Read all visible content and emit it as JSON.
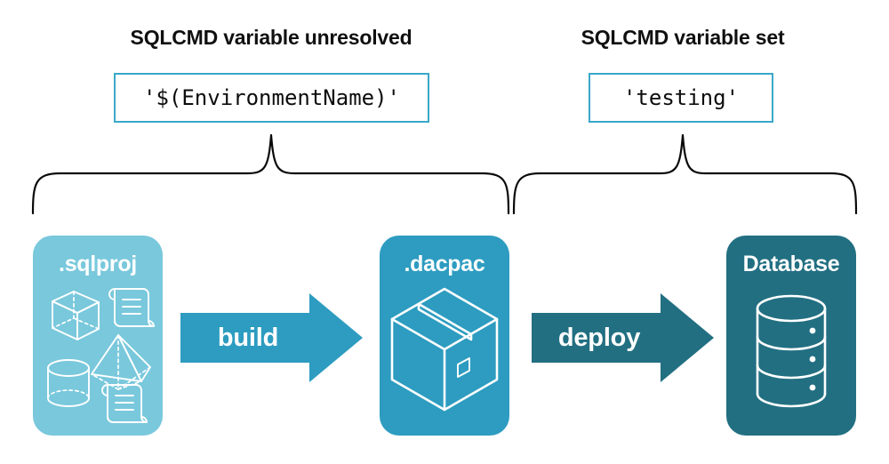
{
  "diagram": {
    "title_left": "SQLCMD variable unresolved",
    "title_right": "SQLCMD variable set",
    "value_left": "'$(EnvironmentName)'",
    "value_right": "'testing'",
    "stages": [
      {
        "label": ".sqlproj",
        "color": "#79C8DC",
        "art": "project-shapes-icon"
      },
      {
        "label": ".dacpac",
        "color": "#2D9CC0",
        "art": "package-box-icon"
      },
      {
        "label": "Database",
        "color": "#226F82",
        "art": "database-cylinder-icon"
      }
    ],
    "arrows": [
      {
        "label": "build",
        "color": "#2D9CC0"
      },
      {
        "label": "deploy",
        "color": "#226F82"
      }
    ],
    "colors": {
      "light_teal": "#79C8DC",
      "medium_teal": "#2D9CC0",
      "dark_teal": "#226F82",
      "border_teal": "#3AA8C8",
      "brace_black": "#0A0A0A",
      "background": "#FFFFFF",
      "text_dark": "#101010",
      "text_light": "#FFFFFF"
    }
  }
}
